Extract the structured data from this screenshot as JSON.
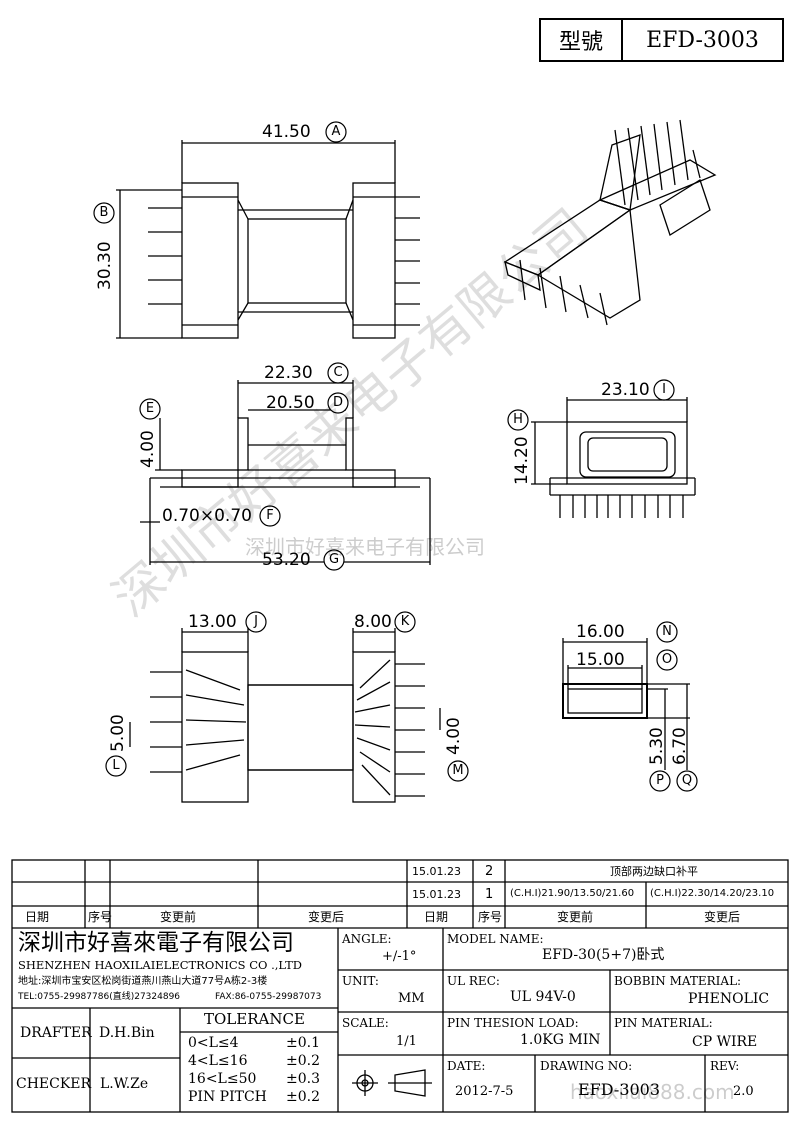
{
  "header": {
    "model_label": "型號",
    "model_value": "EFD-3003"
  },
  "dims": {
    "A": "41.50",
    "B": "30.30",
    "C": "22.30",
    "D": "20.50",
    "E": "4.00",
    "F": "0.70×0.70",
    "G": "53.20",
    "H": "14.20",
    "I": "23.10",
    "J": "13.00",
    "K": "8.00",
    "L": "5.00",
    "M": "4.00",
    "N": "16.00",
    "O": "15.00",
    "P": "5.30",
    "Q": "6.70"
  },
  "letters": [
    "A",
    "B",
    "C",
    "D",
    "E",
    "F",
    "G",
    "H",
    "I",
    "J",
    "K",
    "L",
    "M",
    "N",
    "O",
    "P",
    "Q"
  ],
  "watermark": {
    "diagonal": "深圳市好喜来电子有限公司",
    "small": "深圳市好喜来电子有限公司",
    "url": "haoxilai888.com"
  },
  "revisions": {
    "rows": [
      {
        "date": "15.01.23",
        "no": "2",
        "before": "",
        "after": "",
        "note": "顶部两边缺口补平"
      },
      {
        "date": "15.01.23",
        "no": "1",
        "before": "",
        "after": "",
        "note_before": "(C.H.I)21.90/13.50/21.60",
        "note_after": "(C.H.I)22.30/14.20/23.10"
      }
    ],
    "headers": {
      "date": "日期",
      "no": "序号",
      "before": "变更前",
      "after": "变更后"
    }
  },
  "company": {
    "name_cn": "深圳市好喜來電子有限公司",
    "name_en": "SHENZHEN HAOXILAIELECTRONICS CO .,LTD",
    "address": "地址:深圳市宝安区松岗街道燕川燕山大道77号A栋2-3楼",
    "tel": "TEL:0755-29987786(直线)27324896",
    "fax": "FAX:86-0755-29987073"
  },
  "titleblock": {
    "angle_label": "ANGLE:",
    "angle_value": "+/-1°",
    "model_name_label": "MODEL NAME:",
    "model_name_value": "EFD-30(5+7)卧式",
    "unit_label": "UNIT:",
    "unit_value": "MM",
    "ul_label": "UL REC:",
    "ul_value": "UL 94V-0",
    "bobbin_label": "BOBBIN MATERIAL:",
    "bobbin_value": "PHENOLIC",
    "scale_label": "SCALE:",
    "scale_value": "1/1",
    "pin_load_label": "PIN THESION LOAD:",
    "pin_load_value": "1.0KG MIN",
    "pin_mat_label": "PIN MATERIAL:",
    "pin_mat_value": "CP  WIRE",
    "date_label": "DATE:",
    "date_value": "2012-7-5",
    "drawing_label": "DRAWING NO:",
    "drawing_value": "EFD-3003",
    "rev_label": "REV:",
    "rev_value": "2.0",
    "drafter_label": "DRAFTER",
    "drafter_value": "D.H.Bin",
    "checker_label": "CHECKER",
    "checker_value": "L.W.Ze",
    "tolerance_title": "TOLERANCE",
    "tolerance": [
      {
        "range": "0<L≤4",
        "value": "±0.1"
      },
      {
        "range": "4<L≤16",
        "value": "±0.2"
      },
      {
        "range": "16<L≤50",
        "value": "±0.3"
      },
      {
        "range": "PIN PITCH",
        "value": "±0.2"
      }
    ]
  }
}
